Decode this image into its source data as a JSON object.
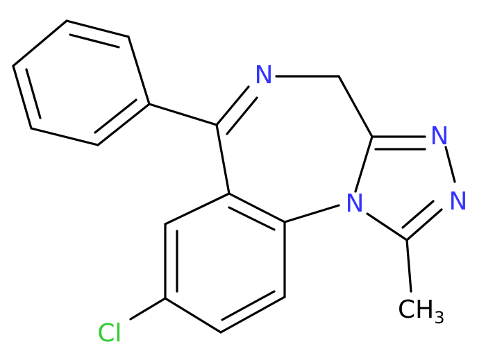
{
  "colors": {
    "bond": "#000000",
    "nitrogen": "#3333ff",
    "chlorine": "#33cc33",
    "carbon_label": "#000000"
  },
  "atoms": {
    "n_imine": "N",
    "n_triazole_top": "N",
    "n_triazole_bottom": "N",
    "n_bridge": "N",
    "chlorine": "Cl",
    "methyl_c": "CH",
    "methyl_sub": "3"
  }
}
